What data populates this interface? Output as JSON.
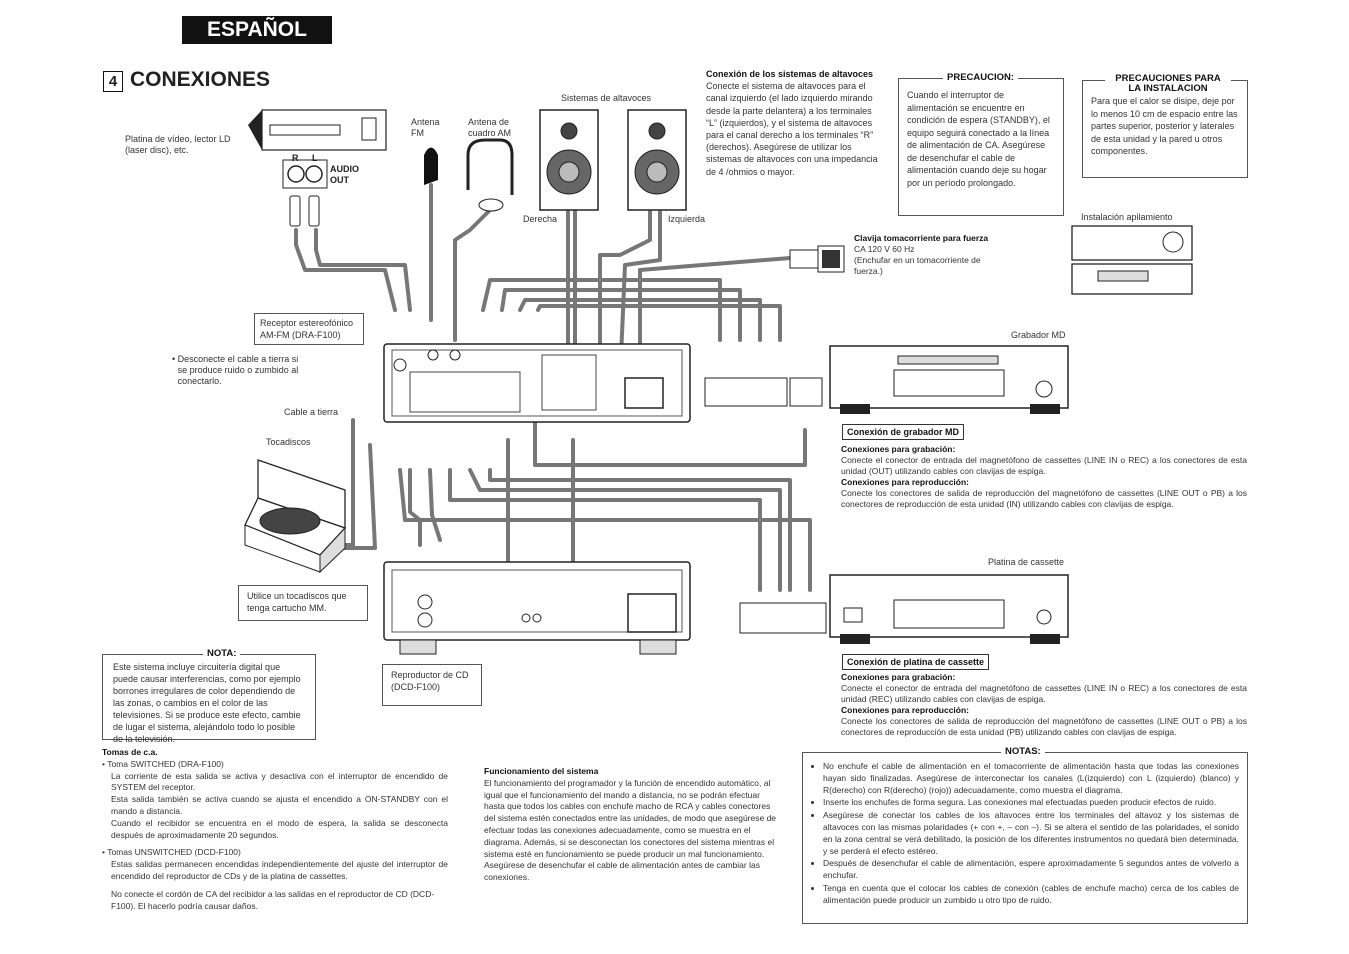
{
  "header": {
    "language": "ESPAÑOL",
    "section_number": "4",
    "section_title": "CONEXIONES"
  },
  "devices": {
    "video": "Platina de vídeo, lector LD\n(laser disc), etc.",
    "audio_out": "AUDIO\nOUT",
    "audio_r": "R",
    "audio_l": "L",
    "antenna_fm": "Antena\nFM",
    "antenna_am": "Antena de\ncuadro AM",
    "speakers": "Sistemas de altavoces",
    "right": "Derecha",
    "left": "Izquierda",
    "receiver": "Receptor estereofónico\nAM-FM (DRA-F100)",
    "ground_note": "Desconecte el cable a tierra si\nse produce ruido o zumbido al\nconectarlo.",
    "ground_cable": "Cable a tierra",
    "turntable": "Tocadiscos",
    "turntable_note": "Utilice un tocadiscos que\ntenga cartucho MM.",
    "cd_player": "Reproductor de CD\n(DCD-F100)",
    "md_recorder": "Grabador MD",
    "cassette_deck": "Platina de cassette",
    "stacking": "Instalación apilamiento",
    "plug_title": "Clavija tomacorriente para fuerza",
    "plug_text": "CA 120 V 60 Hz\n(Enchufar en un tomacorriente de\nfuerza.)"
  },
  "speaker_connection": {
    "title": "Conexión de los sistemas de altavoces",
    "text": "Conecte el sistema de altavoces para el canal izquierdo (el lado izquierdo mirando desde la parte delantera) a los terminales “L” (izquierdos), y el sistema de altavoces para el canal derecho a los terminales “R” (derechos). Asegúrese de utilizar los sistemas de altavoces con una impedancia de 4 /ohmios o mayor."
  },
  "caution": {
    "title": "PRECAUCION:",
    "text": "Cuando el interruptor de alimentación se encuentre en condición de espera (STANDBY), el equipo seguirá conectado a la línea de alimentación de CA. Asegúrese de desenchufar el cable de alimentación cuando deje su hogar por un período prolongado."
  },
  "installation": {
    "title": "PRECAUCIONES PARA LA INSTALACION",
    "text": "Para que el calor se disipe, deje por lo menos 10 cm de espacio entre las partes superior, posterior y laterales de esta unidad y la pared u otros componentes."
  },
  "md_connection": {
    "title": "Conexión de grabador MD",
    "rec_title": "Conexiones para grabación:",
    "rec_text": "Conecte el conector de entrada del magnetófono de cassettes (LINE IN o REC) a los conectores de esta unidad (OUT) utilizando cables con clavijas de espiga.",
    "play_title": "Conexiones para reproducción:",
    "play_text": "Conecte los conectores de salida de reproducción del magnetófono de cassettes (LINE OUT o PB) a los conectores de reproducción de esta unidad (IN) utilizando cables con clavijas de espiga."
  },
  "cassette_connection": {
    "title": "Conexión de platina de cassette",
    "rec_title": "Conexiones para grabación:",
    "rec_text": "Conecte el conector de entrada del magnetófono de cassettes (LINE IN o REC) a los conectores de esta unidad (REC) utilizando cables con clavijas de espiga.",
    "play_title": "Conexiones para reproducción:",
    "play_text": "Conecte los conectores de salida de reproducción del magnetófono de cassettes (LINE OUT o PB) a los conectores de reproducción de esta unidad (PB) utilizando cables con clavijas de espiga."
  },
  "nota": {
    "title": "NOTA:",
    "text": "Este sistema incluye circuitería digital que puede causar interferencias, como por ejemplo borrones irregulares de color dependiendo de las zonas, o cambios en el color de las televisiones. Si se produce este efecto, cambie de lugar el sistema, alejándolo todo lo posible de la televisión."
  },
  "outlets": {
    "title": "Tomas de c.a.",
    "switched_title": "Toma SWITCHED (DRA-F100)",
    "switched_text": "La corriente de esta salida se activa y desactiva con el interruptor de encendido de SYSTEM del receptor.\nEsta salida también se activa cuando se ajusta el encendido a ON-STANDBY con el mando a distancia.\nCuando el recibidor se encuentra en el modo de espera, la salida se desconecta después de aproximadamente 20 segundos.",
    "unswitched_title": "Tomas UNSWITCHED (DCD-F100)",
    "unswitched_text": "Estas salidas permanecen encendidas independientemente del ajuste del interruptor de encendido del reproductor de CDs y de la platina de cassettes.",
    "warning": "No conecte el cordón de CA del recibidor a las salidas en el reproductor de CD (DCD-F100).  El hacerlo podría causar daños."
  },
  "system_function": {
    "title": "Funcionamiento del sistema",
    "text": "El funcionamiento del programador y la función de encendido automático, al igual que el funcionamiento del mando a distancia, no se podrán efectuar hasta que todos los cables con enchufe macho de RCA y cables conectores del sistema estén conectados entre las unidades, de modo que asegúrese de efectuar todas las conexiones adecuadamente, como se muestra en el diagrama. Además, si se desconectan los conectores del sistema mientras el sistema esté en funcionamiento se puede producir un mal funcionamiento. Asegúrese de desenchufar el cable de alimentación antes de cambiar las conexiones."
  },
  "notas": {
    "title": "NOTAS:",
    "items": [
      "No enchufe el cable de alimentación en el tomacorriente de alimentación hasta que todas las conexiones hayan sido finalizadas. Asegúrese de interconectar los canales (L(izquierdo) con L (izquierdo) (blanco) y R(derecho) con R(derecho) (rojo)) adecuadamente, como muestra el diagrama.",
      "Inserte los enchufes de forma segura. Las conexiones mal efectuadas pueden producir efectos de ruido.",
      "Asegúrese de conectar los cables de los altavoces entre los terminales del altavoz y los sistemas de altavoces con las mismas polaridades (+ con +, – con –). Si se altera el sentido de las polaridades, el sonido en la zona central se verá debilitado, la posición de los diferentes instrumentos no quedará bien determinada, y se perderá el efecto estéreo.",
      "Después de desenchufar el cable de alimentación, espere aproximadamente 5 segundos antes de volverlo a enchufar.",
      "Tenga en cuenta que el colocar los cables de conexión (cables de enchufe macho) cerca de los cables de alimentación puede producir un zumbido u otro tipo de ruido."
    ]
  }
}
